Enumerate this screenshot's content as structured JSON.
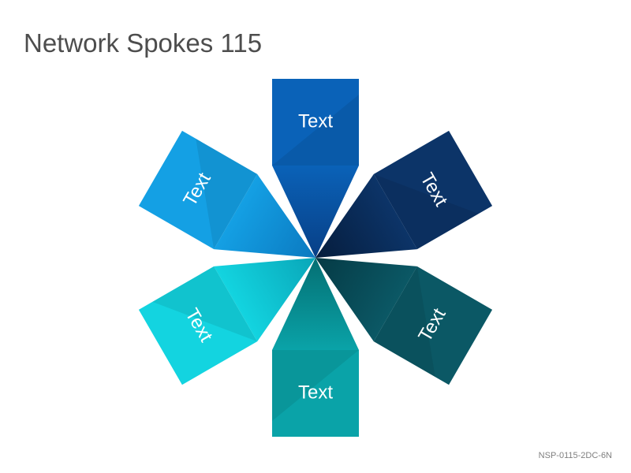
{
  "title": "Network Spokes 115",
  "footer_code": "NSP-0115-2DC-6N",
  "spokes": [
    {
      "label": "Text",
      "color": "#0a62b8",
      "dark": "#083f86"
    },
    {
      "label": "Text",
      "color": "#0c3468",
      "dark": "#061d3d"
    },
    {
      "label": "Text",
      "color": "#0b5865",
      "dark": "#053a45"
    },
    {
      "label": "Text",
      "color": "#0aa3a8",
      "dark": "#046f73"
    },
    {
      "label": "Text",
      "color": "#13d4e0",
      "dark": "#09a6b8"
    },
    {
      "label": "Text",
      "color": "#14a0e4",
      "dark": "#0b79c0"
    }
  ]
}
